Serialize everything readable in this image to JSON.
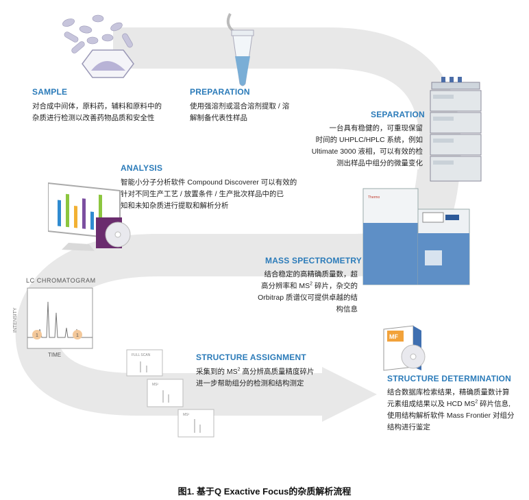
{
  "steps": {
    "sample": {
      "title": "SAMPLE",
      "text": [
        "对合成中间体，原料药，辅料和原料中的",
        "杂质进行检测以改善药物品质和安全性"
      ]
    },
    "preparation": {
      "title": "PREPARATION",
      "text": [
        "使用强溶剂或混合溶剂提取 / 溶",
        "解制备代表性样品"
      ]
    },
    "separation": {
      "title": "SEPARATION",
      "text": [
        "一台具有稳健的，可重现保留",
        "时间的 UHPLC/HPLC 系统，例如",
        "Ultimate 3000 液相，可以有效的检",
        "测出样品中组分的微量变化"
      ]
    },
    "analysis": {
      "title": "ANALYSIS",
      "text": [
        "智能小分子分析软件 Compound Discoverer 可以有效的",
        "针对不同生产工艺 / 放置条件 / 生产批次样品中的已",
        "知和未知杂质进行提取和解析分析"
      ]
    },
    "mass_spectrometry": {
      "title": "MASS SPECTROMETRY",
      "line1": "结合稳定的高精确质量数，超",
      "line2_pre": "高分辨率和 MS",
      "line2_sup": "2",
      "line2_post": " 碎片，杂交的",
      "line3": "Orbitrap 质谱仪可提供卓越的结",
      "line4": "构信息"
    },
    "structure_assignment": {
      "title": "STRUCTURE ASSIGNMENT",
      "line1_pre": "采集到的 MS",
      "line1_sup": "2",
      "line1_post": " 高分辨高质量精度碎片",
      "line2": "进一步帮助组分的检测和结构测定"
    },
    "structure_determination": {
      "title": "STRUCTURE DETERMINATION",
      "line1": "结合数据库检索结果，精确质量数计算",
      "line2_pre": "元素组成结果以及 HCD MS",
      "line2_sup": "2",
      "line2_post": " 碎片信息,",
      "line3": "使用结构解析软件 Mass Frontier 对组分",
      "line4": "结构进行鉴定"
    }
  },
  "chromatogram": {
    "title": "LC CHROMATOGRAM",
    "y_label": "INTENSITY",
    "x_label": "TIME",
    "peak_markers": [
      "1",
      "1"
    ]
  },
  "spectra_cards": {
    "card1_label": "FULL SCAN",
    "card2_label": "MS²",
    "card3_label": "MS³"
  },
  "software_box": {
    "label": "MF"
  },
  "instrument": {
    "brand": "Thermo"
  },
  "colors": {
    "heading": "#2b7bb9",
    "arrow": "#e6e6e6",
    "bars": [
      "#2f8bd0",
      "#8cc63f",
      "#f2b134",
      "#7b4fa0"
    ],
    "peak_marker": "#f3c89a"
  },
  "caption": "图1. 基于Q Exactive Focus的杂质解析流程"
}
